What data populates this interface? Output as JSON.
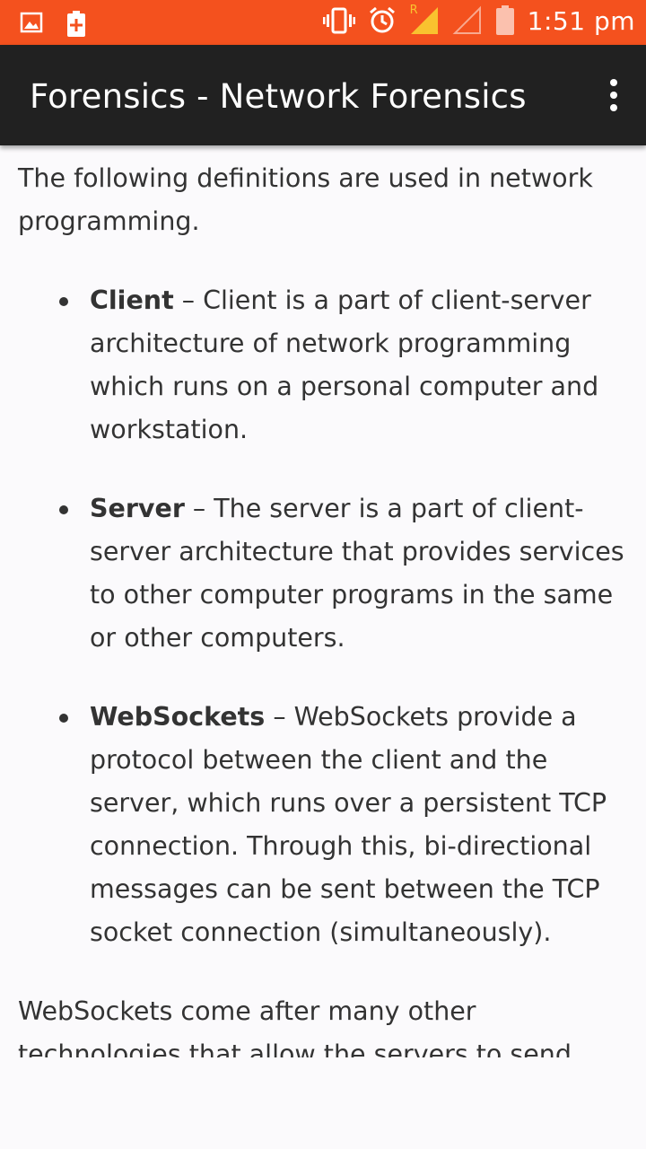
{
  "status_bar": {
    "time": "1:51 pm",
    "network_label": "R",
    "left_icons": [
      "image-icon",
      "battery-saver-icon"
    ],
    "right_icons": [
      "vibrate-icon",
      "alarm-icon",
      "signal-icon",
      "signal-empty-icon",
      "battery-icon"
    ]
  },
  "app_bar": {
    "title": "Forensics - Network Forensics",
    "overflow_icon": "more-vert-icon"
  },
  "content": {
    "intro": "The following definitions are used in network programming.",
    "items": [
      {
        "term": "Client",
        "desc": " – Client is a part of client-server architecture of network programming which runs on a personal computer and workstation."
      },
      {
        "term": "Server",
        "desc": " – The server is a part of client-server architecture that provides services to other computer programs in the same or other computers."
      },
      {
        "term": "WebSockets",
        "desc": " – WebSockets provide a protocol between the client and the server, which runs over a persistent TCP connection. Through this, bi-directional messages can be sent between the TCP socket connection (simultaneously)."
      }
    ],
    "outro": "WebSockets come after many other technologies that allow the servers to send"
  },
  "colors": {
    "status_bar": "#f4511e",
    "app_bar": "#212121",
    "background": "#fbfafc",
    "text": "#333333"
  }
}
